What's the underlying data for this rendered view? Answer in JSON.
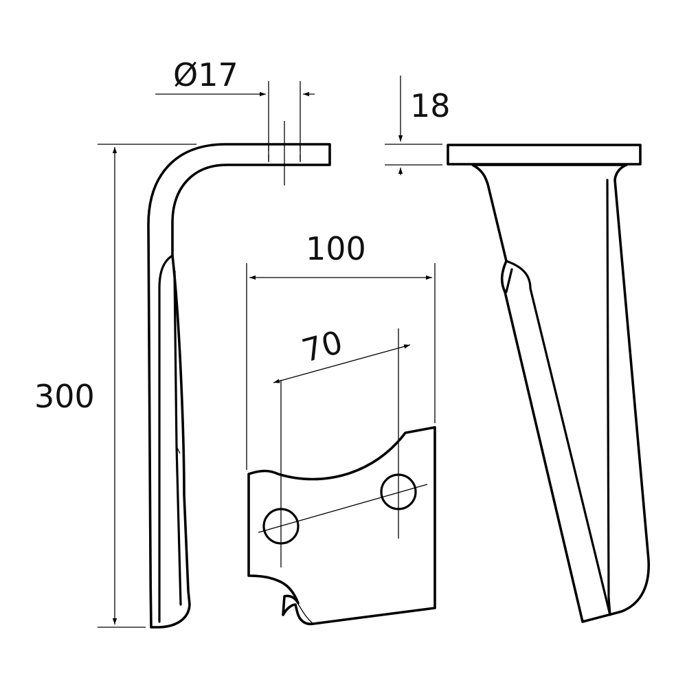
{
  "dimensions": {
    "diameter": "Ø17",
    "thickness": "18",
    "height": "300",
    "width": "100",
    "hole_spacing": "70"
  },
  "colors": {
    "line": "#000000",
    "background": "#ffffff"
  }
}
